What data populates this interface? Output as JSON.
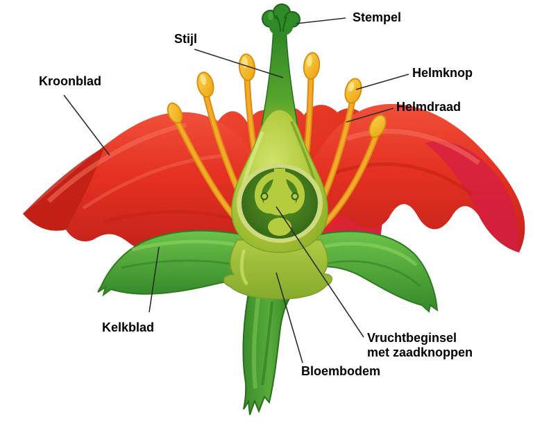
{
  "diagram": {
    "subject": "flower-cross-section",
    "labels": {
      "stempel": "Stempel",
      "stijl": "Stijl",
      "helmknop": "Helmknop",
      "helmdraad": "Helmdraad",
      "kroonblad": "Kroonblad",
      "kelkblad": "Kelkblad",
      "vruchtbeginsel_line1": "Vruchtbeginsel",
      "vruchtbeginsel_line2": "met zaadknoppen",
      "bloembodem": "Bloembodem"
    },
    "colors": {
      "background": "#ffffff",
      "petal_red": "#e53122",
      "petal_dark_red": "#bf2017",
      "petal_crimson": "#d61e45",
      "petal_highlight": "#f4735f",
      "sepal_green": "#4fae38",
      "sepal_dark_green": "#2d7c1f",
      "stem_green": "#3f9230",
      "ovary_green": "#a6c537",
      "ovary_ring_light": "#cfd97f",
      "ovary_chamber_dark": "#3c7618",
      "style_green": "#2f8b28",
      "filament_orange": "#ef9f1c",
      "anther_yellow": "#f6c126",
      "label_text": "#000000",
      "leader_line": "#2b2b2b"
    }
  }
}
